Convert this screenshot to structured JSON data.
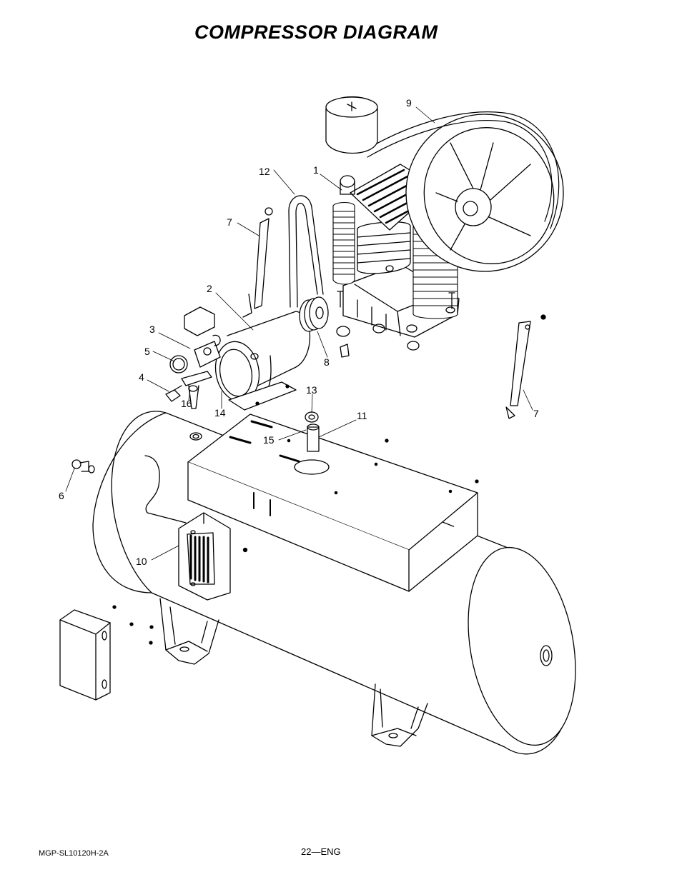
{
  "page": {
    "title": "COMPRESSOR  DIAGRAM",
    "footer_left": "MGP-SL10120H-2A",
    "footer_center": "22—ENG"
  },
  "callouts": [
    {
      "id": "c1",
      "label": "1"
    },
    {
      "id": "c2",
      "label": "2"
    },
    {
      "id": "c3",
      "label": "3"
    },
    {
      "id": "c4",
      "label": "4"
    },
    {
      "id": "c5",
      "label": "5"
    },
    {
      "id": "c6",
      "label": "6"
    },
    {
      "id": "c7a",
      "label": "7"
    },
    {
      "id": "c7b",
      "label": "7"
    },
    {
      "id": "c8",
      "label": "8"
    },
    {
      "id": "c9",
      "label": "9"
    },
    {
      "id": "c10",
      "label": "10"
    },
    {
      "id": "c11",
      "label": "11"
    },
    {
      "id": "c12",
      "label": "12"
    },
    {
      "id": "c13",
      "label": "13"
    },
    {
      "id": "c14",
      "label": "14"
    },
    {
      "id": "c15",
      "label": "15"
    },
    {
      "id": "c16",
      "label": "16"
    }
  ]
}
